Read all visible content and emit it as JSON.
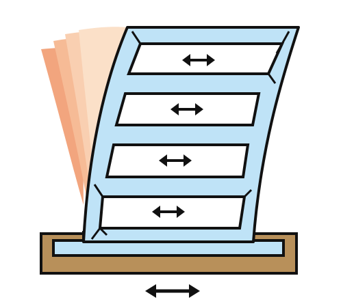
{
  "diagram": {
    "description_free": true,
    "colors": {
      "building_fill": "#bfe3f7",
      "outline": "#111111",
      "foundation_fill": "#b8905a",
      "window_fill": "#ffffff",
      "motion_layer_1": "#f2a57e",
      "motion_layer_2": "#f6bb96",
      "motion_layer_3": "#f9cfb1",
      "motion_layer_4": "#fbe0c8",
      "arrow": "#111111"
    },
    "icons": {
      "floor_arrow": "double-headed-arrow",
      "ground_arrow": "double-headed-arrow"
    },
    "floors": [
      {
        "level": 4,
        "has_corner_cracks": true
      },
      {
        "level": 3,
        "has_corner_cracks": false
      },
      {
        "level": 2,
        "has_corner_cracks": false
      },
      {
        "level": 1,
        "has_corner_cracks": true
      }
    ]
  }
}
